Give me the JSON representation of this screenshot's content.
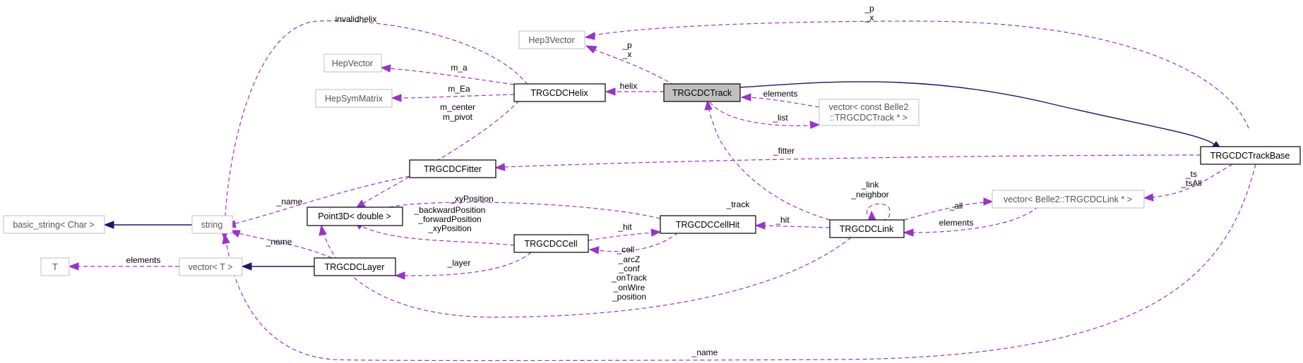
{
  "nodes": {
    "hep3vector": "Hep3Vector",
    "hepvector": "HepVector",
    "hepsymmatrix": "HepSymMatrix",
    "trgcdchelix": "TRGCDCHelix",
    "trgcdctrack": "TRGCDCTrack",
    "vector_track_l1": "vector< const Belle2",
    "vector_track_l2": "::TRGCDCTrack * >",
    "trgcdctrackbase": "TRGCDCTrackBase",
    "trgcdcfitter": "TRGCDCFitter",
    "basic_string": "basic_string< Char >",
    "string": "string",
    "point3d": "Point3D< double >",
    "trgcdccellhit": "TRGCDCCellHit",
    "trgcdclink": "TRGCDCLink",
    "vector_link": "vector< Belle2::TRGCDCLink * >",
    "trgcdccell": "TRGCDCCell",
    "t": "T",
    "vector_t": "vector< T >",
    "trgcdclayer": "TRGCDCLayer"
  },
  "edge_labels": {
    "invalidhelix": "invalidhelix",
    "p_x_top_1": "_p",
    "p_x_top_2": "_x",
    "p_x_mid_1": "_p",
    "p_x_mid_2": "_x",
    "m_a": "m_a",
    "m_ea": "m_Ea",
    "helix": "helix",
    "elements_track": "elements",
    "list": "_list",
    "m_center": "m_center",
    "m_pivot": "m_pivot",
    "fitter": "_fitter",
    "name_fitter": "_name",
    "track": "_track",
    "link": "_link",
    "neighbor": "_neighbor",
    "ts": "_ts",
    "tsall": "_tsAll",
    "xyposition": "_xyPosition",
    "all": "_all",
    "backwardposition": "_backwardPosition",
    "forwardposition": "_forwardPosition",
    "xyposition2": "_xyPosition",
    "hit_cell": "_hit",
    "hit_link": "_hit",
    "elements_link": "elements",
    "cell": "_cell",
    "name_layer": "_name",
    "elements_t": "elements",
    "layer": "_layer",
    "arcz": "_arcZ",
    "conf": "_conf",
    "ontrack": "_onTrack",
    "onwire": "_onWire",
    "position": "_position",
    "name_bottom": "_name"
  }
}
